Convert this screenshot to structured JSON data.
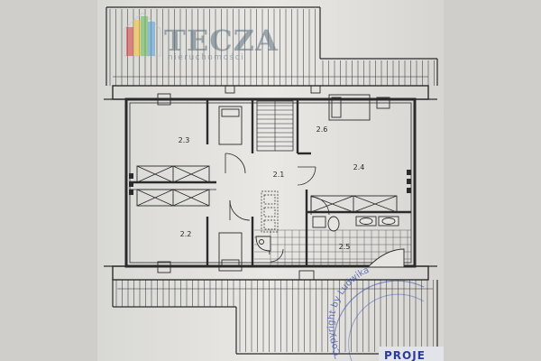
{
  "logo": {
    "name": "TECZA",
    "subtitle": "nieruchomości"
  },
  "rooms": [
    {
      "id": "room-2-1",
      "label": "2.1"
    },
    {
      "id": "room-2-2",
      "label": "2.2"
    },
    {
      "id": "room-2-3",
      "label": "2.3"
    },
    {
      "id": "room-2-4",
      "label": "2.4"
    },
    {
      "id": "room-2-5",
      "label": "2.5"
    },
    {
      "id": "room-2-6",
      "label": "2.6"
    }
  ],
  "stamp": {
    "copyright": "Copyright by Ludwika"
  },
  "footer": {
    "project_label": "PROJE"
  },
  "colors": {
    "paper": "#e6e5e2",
    "background": "#d9d8d6",
    "ink": "#2b2b2b",
    "stamp": "#3a4fb0",
    "logo_red": "#d64a4a",
    "logo_yellow": "#f2c341",
    "logo_green": "#6bbf59",
    "logo_blue": "#5aa3d8"
  }
}
